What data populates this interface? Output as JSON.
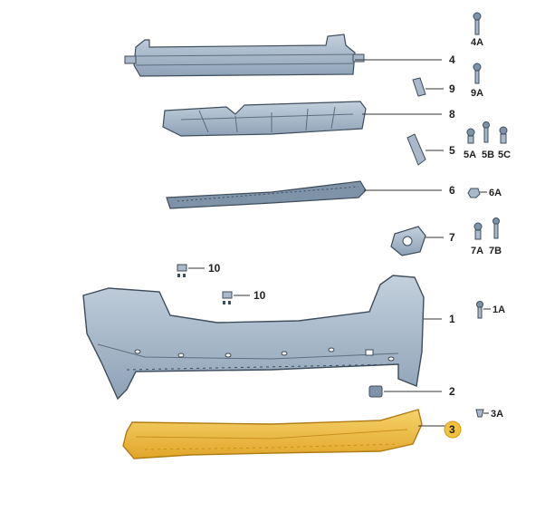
{
  "callouts": {
    "c1": "1",
    "c1A": "1A",
    "c2": "2",
    "c3": "3",
    "c3A": "3A",
    "c4": "4",
    "c4A": "4A",
    "c5": "5",
    "c5A": "5A",
    "c5B": "5B",
    "c5C": "5C",
    "c6": "6",
    "c6A": "6A",
    "c7": "7",
    "c7A": "7A",
    "c7B": "7B",
    "c8": "8",
    "c9": "9",
    "c9A": "9A",
    "c10a": "10",
    "c10b": "10"
  },
  "colors": {
    "part_fill": "#a9b9c9",
    "part_dark": "#7f93a8",
    "part_stroke": "#3e4d5c",
    "highlight_fill": "#f2c13d",
    "highlight_dark": "#d79a1c",
    "line": "#333333"
  },
  "icons": [
    "bolt-icon",
    "nut-icon",
    "clip-icon",
    "sensor-icon",
    "bracket-icon"
  ]
}
